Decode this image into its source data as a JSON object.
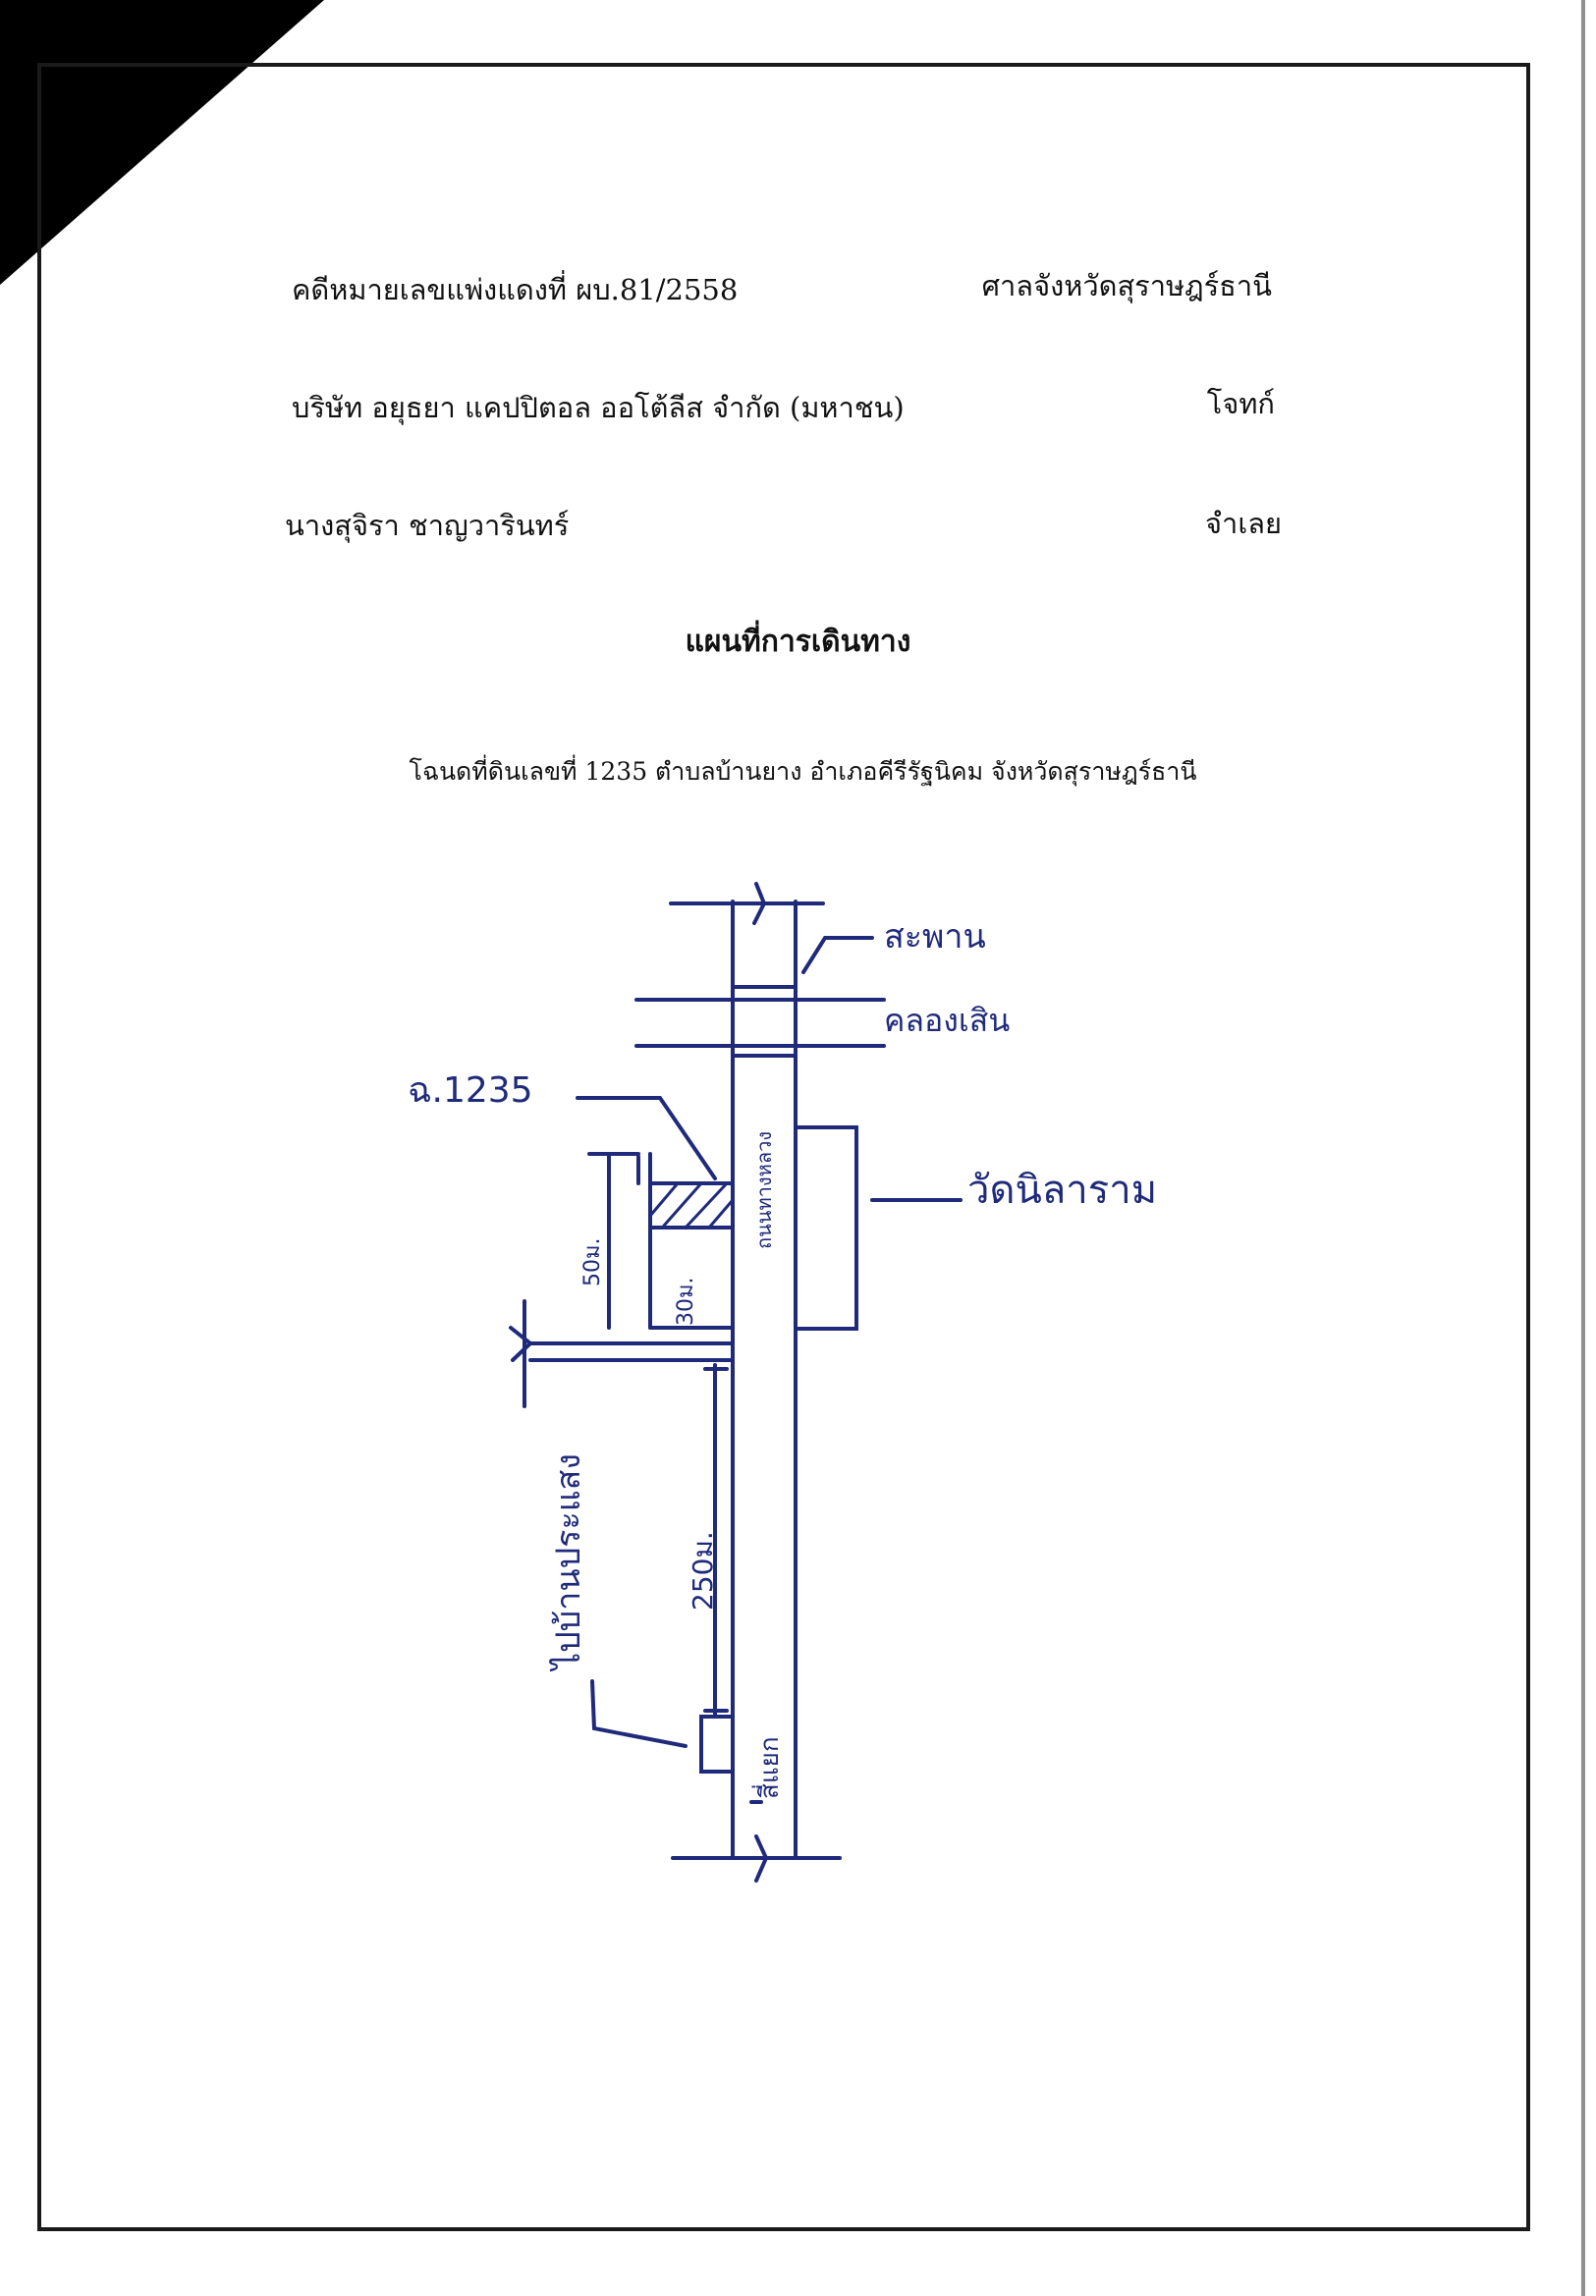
{
  "header": {
    "case_number": "คดีหมายเลขแพ่งแดงที่ ผบ.81/2558",
    "court": "ศาลจังหวัดสุราษฎร์ธานี",
    "plaintiff": "บริษัท อยุธยา แคปปิตอล ออโต้ลีส  จำกัด (มหาชน)",
    "plaintiff_role": "โจทก์",
    "defendant": "นางสุจิรา  ชาญวารินทร์",
    "defendant_role": "จำเลย"
  },
  "document": {
    "title": "แผนที่การเดินทาง",
    "subtitle": "โฉนดที่ดินเลขที่ 1235  ตำบลบ้านยาง อำเภอคีรีรัฐนิคม จังหวัดสุราษฎร์ธานี"
  },
  "map": {
    "label_bridge": "สะพาน",
    "label_canal": "คลองเสิน",
    "label_deed": "ฉ.1235",
    "label_temple": "วัดนิลาราม",
    "label_road": "ถนนทางหลวง",
    "label_dist_50": "50ม.",
    "label_dist_30": "30ม.",
    "label_dist_250": "250ม.",
    "label_to_prasaeng": "ไปบ้านประแสง",
    "label_intersection": "สี่แยก",
    "ink_color": "#1f2a7a"
  }
}
